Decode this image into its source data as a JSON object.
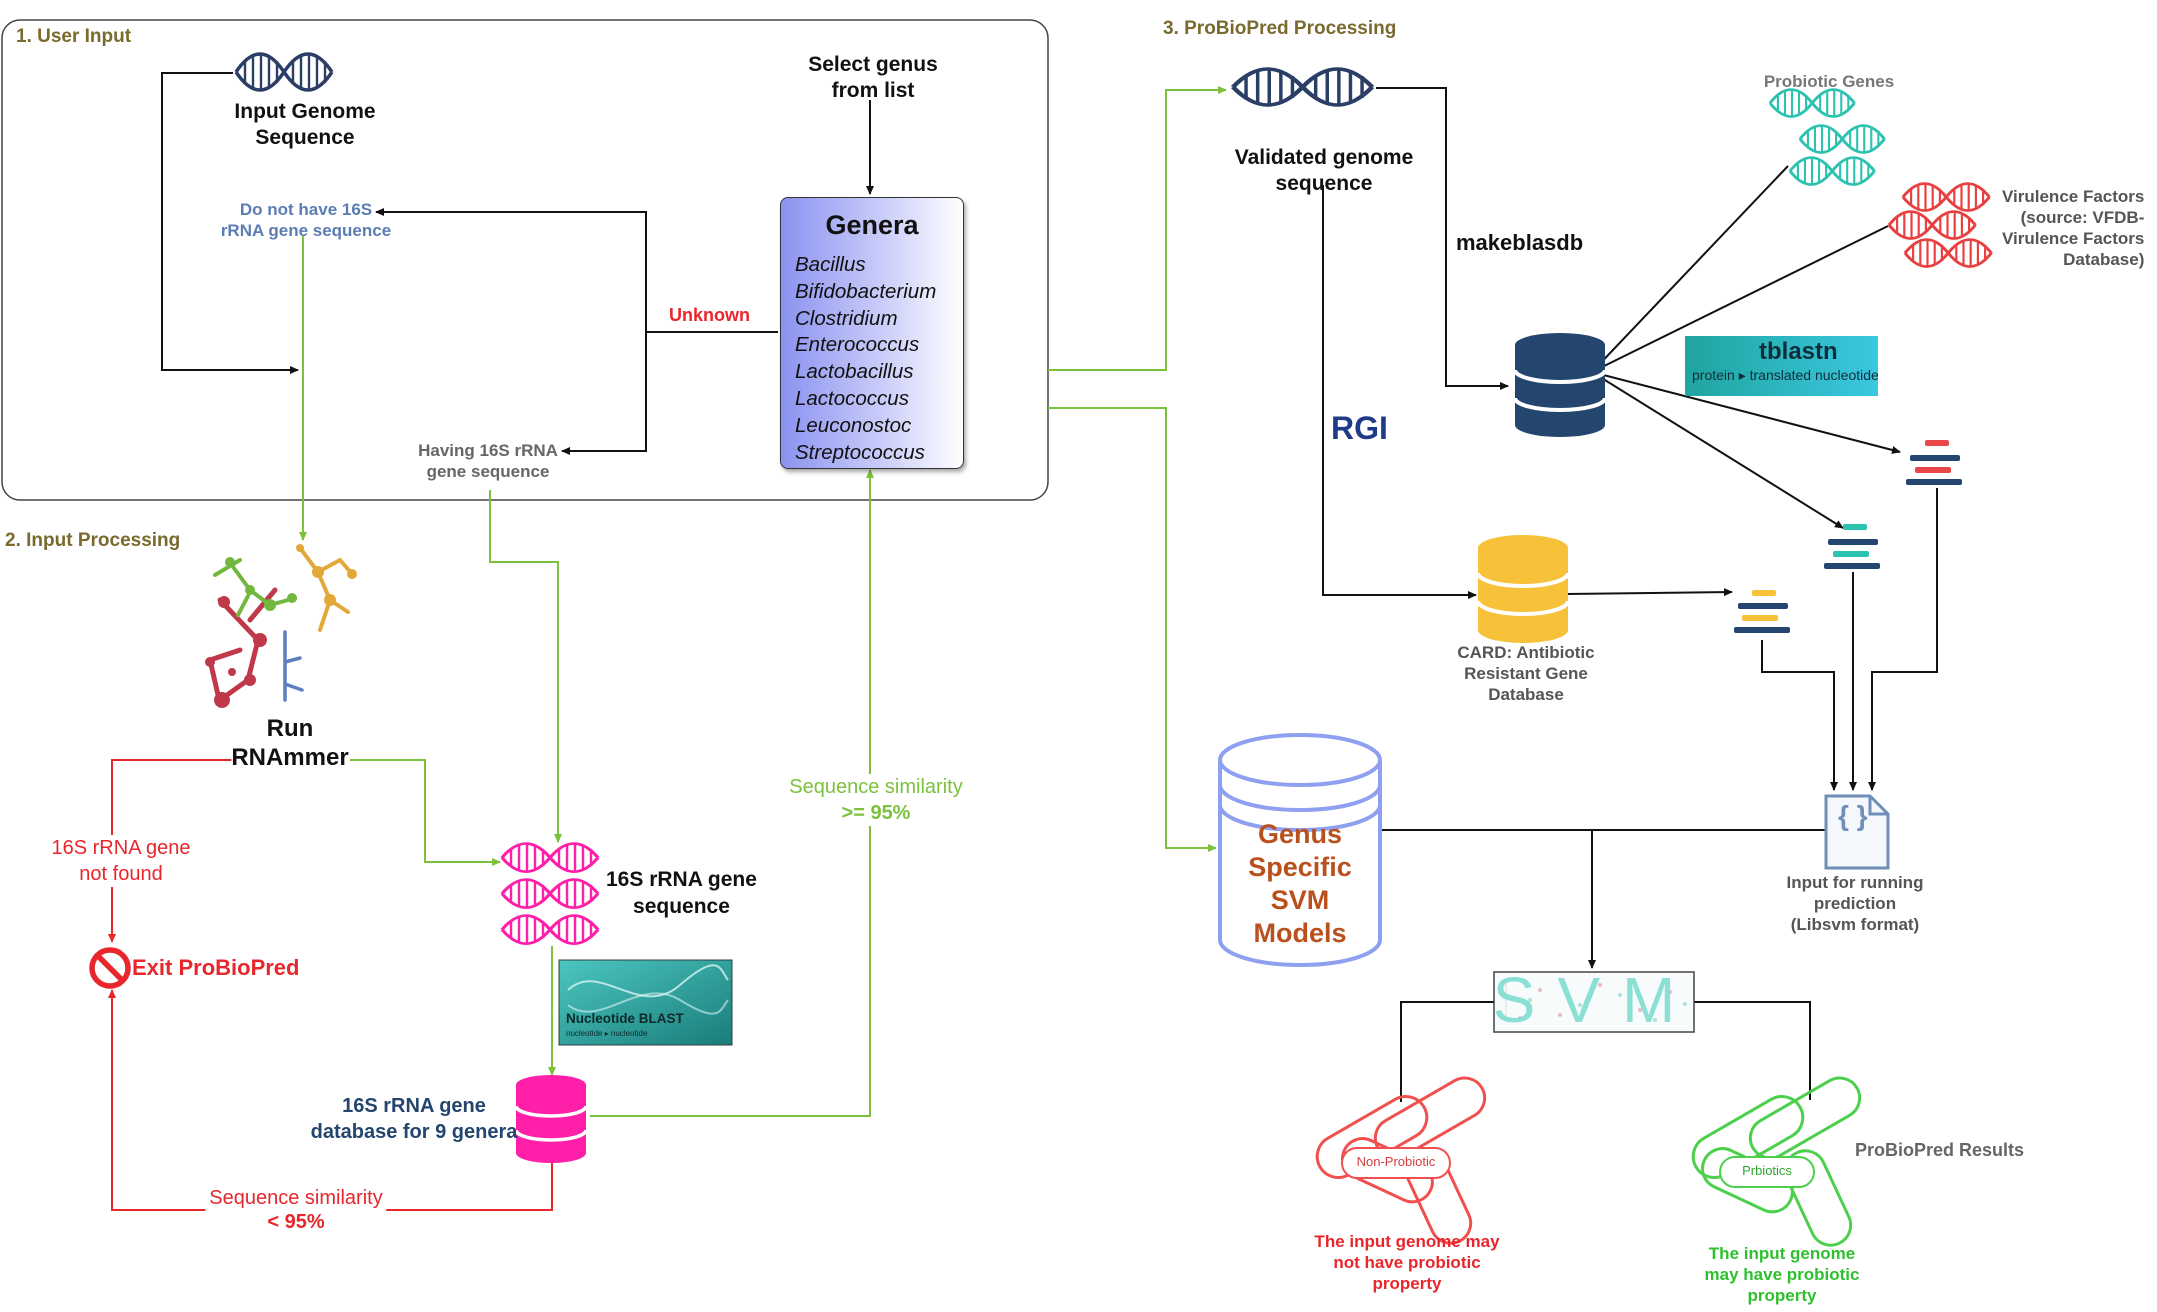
{
  "sections": {
    "user_input": "1. User Input",
    "input_processing": "2. Input Processing",
    "probiopred_processing": "3. ProBioPred Processing"
  },
  "user_input": {
    "input_genome": [
      "Input Genome",
      "Sequence"
    ],
    "select_genus": [
      "Select genus",
      "from list"
    ],
    "no_16s": [
      "Do not have 16S",
      "rRNA gene sequence"
    ],
    "having_16s": [
      "Having 16S rRNA",
      "gene sequence"
    ],
    "unknown": "Unknown"
  },
  "genera": {
    "title": "Genera",
    "items": [
      "Bacillus",
      "Bifidobacterium",
      "Clostridium",
      "Enterococcus",
      "Lactobacillus",
      "Lactococcus",
      "Leuconostoc",
      "Streptococcus"
    ]
  },
  "input_processing": {
    "run_rnammer": [
      "Run",
      "RNAmmer"
    ],
    "not_found": [
      "16S rRNA gene",
      "not found"
    ],
    "exit": "Exit ProBioPred",
    "gene_sequence": [
      "16S rRNA gene",
      "sequence"
    ],
    "nucleotide_blast": "Nucleotide BLAST",
    "nucleotide_blast_sub": "nucleotide ▸ nucleotide",
    "database": [
      "16S rRNA gene",
      "database for 9 genera"
    ],
    "sim_low": [
      "Sequence similarity",
      "< 95%"
    ],
    "sim_high": [
      "Sequence similarity",
      ">= 95%"
    ]
  },
  "processing": {
    "validated": [
      "Validated genome",
      "sequence"
    ],
    "makeblastdb": "makeblasdb",
    "rgi": "RGI",
    "probiotic_genes": "Probiotic Genes",
    "virulence": [
      "Virulence Factors",
      "(source: VFDB-",
      "Virulence Factors",
      "Database)"
    ],
    "tblastn": "tblastn",
    "tblastn_sub": "protein ▸ translated nucleotide",
    "card": [
      "CARD: Antibiotic",
      "Resistant Gene",
      "Database"
    ],
    "svm_models": [
      "Genus",
      "Specific",
      "SVM",
      "Models"
    ],
    "libsvm": [
      "Input for running",
      "prediction",
      "(Libsvm format)"
    ],
    "svm": "SVM",
    "non_probiotic_label": "Non-Probiotic",
    "probiotic_label": "Prbiotics",
    "results": "ProBioPred Results",
    "not_probiotic_text": [
      "The input genome may",
      "not have probiotic",
      "property"
    ],
    "probiotic_text": [
      "The input genome",
      "may have probiotic",
      "property"
    ]
  },
  "colors": {
    "green_arrow": "#7cc13c",
    "red_arrow": "#e8262c",
    "magenta": "#ff1fa8",
    "navy": "#24466e",
    "gold": "#f7c23a",
    "teal": "#2cc2b0",
    "svm_blue": "#8ea0ef",
    "svm_text": "#b9501d"
  }
}
